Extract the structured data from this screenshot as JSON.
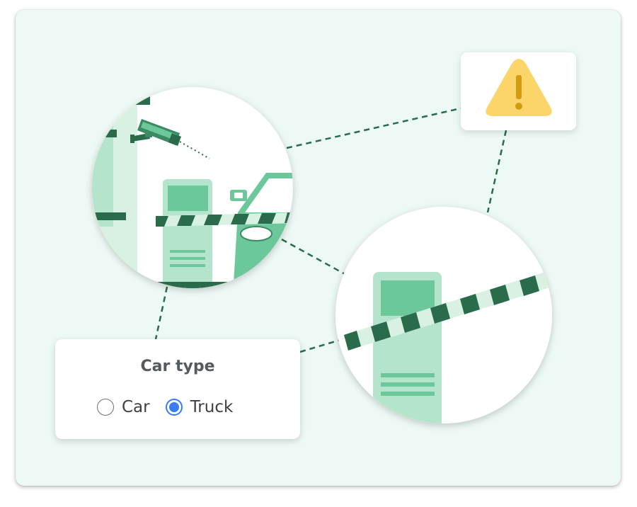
{
  "car_type_panel": {
    "title": "Car type",
    "options": [
      {
        "label": "Car",
        "selected": false
      },
      {
        "label": "Truck",
        "selected": true
      }
    ]
  },
  "alert": {
    "icon": "warning-icon"
  },
  "illustrations": {
    "camera_view_icon": "security-camera-icon",
    "gate_view_icon": "boom-barrier-icon"
  },
  "colors": {
    "background": "#edf9f4",
    "accent_green": "#2a6b4c",
    "light_green": "#b5e4cc",
    "mid_green": "#6cc79b",
    "warning_yellow": "#fcd56a",
    "warning_dark": "#d39b0f",
    "radio_blue": "#3a7bf0"
  }
}
